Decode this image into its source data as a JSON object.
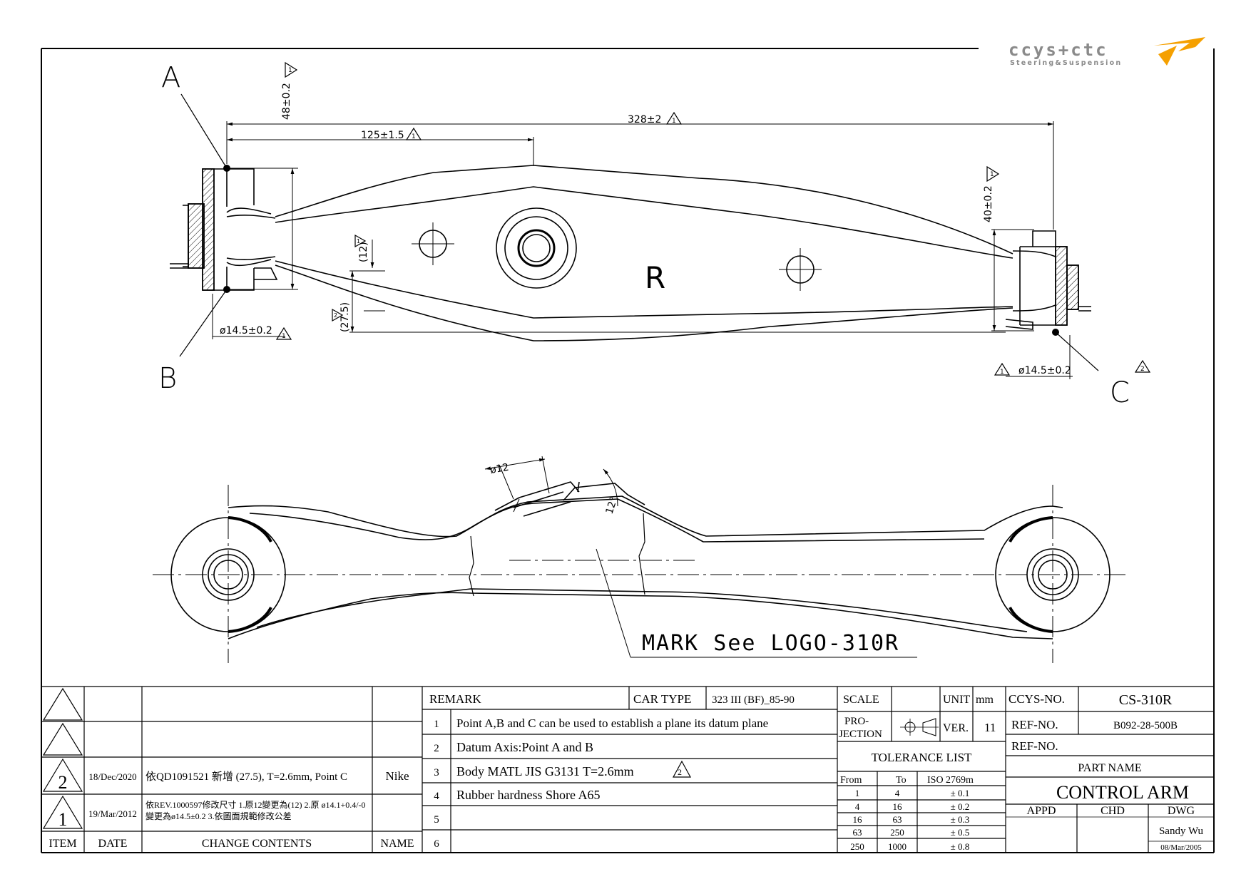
{
  "logo": {
    "brand": "ccys+ctc",
    "tagline": "Steering&Suspension"
  },
  "labels": {
    "point_a": "A",
    "point_b": "B",
    "point_c": "C",
    "side_mark": "R"
  },
  "dims": {
    "d_328": "328±2",
    "d_125": "125±1.5",
    "d_48": "48±0.2",
    "d_40": "40±0.2",
    "d_12": "(12)",
    "d_27_5": "(27.5)",
    "d_dia_left": "ø14.5±0.2",
    "d_dia_right": "ø14.5±0.2",
    "d_dia12": "ø12",
    "d_angle": "12°"
  },
  "revision_marks": {
    "rev1": "1",
    "rev2": "2"
  },
  "mark_note": "MARK See LOGO-310R",
  "revisions": [
    {
      "item": "",
      "date": "",
      "change": "",
      "name": ""
    },
    {
      "item": "",
      "date": "",
      "change": "",
      "name": ""
    },
    {
      "item": "2",
      "date": "18/Dec/2020",
      "change": "依QD1091521 新增 (27.5), T=2.6mm, Point C",
      "name": "Nike"
    },
    {
      "item": "1",
      "date": "19/Mar/2012",
      "change_line1": "依REV.1000597修改尺寸 1.原12變更為(12) 2.原 ø14.1+0.4/-0",
      "change_line2": "變更為ø14.5±0.2  3.依圖面規範修改公差",
      "name": ""
    }
  ],
  "rev_headers": {
    "item": "ITEM",
    "date": "DATE",
    "change": "CHANGE CONTENTS",
    "name": "NAME"
  },
  "remark": {
    "header": "REMARK",
    "car_type_label": "CAR TYPE",
    "car_type_value": "323 III (BF)_85-90",
    "rows": [
      {
        "no": "1",
        "text": "Point A,B and C can be used to establish a plane its datum plane"
      },
      {
        "no": "2",
        "text": "Datum Axis:Point A and B"
      },
      {
        "no": "3",
        "text": "Body MATL JIS G3131 T=2.6mm"
      },
      {
        "no": "4",
        "text": "Rubber hardness Shore A65"
      },
      {
        "no": "5",
        "text": ""
      },
      {
        "no": "6",
        "text": ""
      }
    ]
  },
  "scale": {
    "label": "SCALE",
    "value": "",
    "unit_label": "UNIT",
    "unit_value": "mm"
  },
  "projection": {
    "label_line1": "PRO-",
    "label_line2": "JECTION",
    "ver_label": "VER.",
    "ver_value": "11"
  },
  "tolerance": {
    "title": "TOLERANCE LIST",
    "headers": [
      "From",
      "To",
      "ISO 2769m"
    ],
    "rows": [
      [
        "1",
        "4",
        "± 0.1"
      ],
      [
        "4",
        "16",
        "± 0.2"
      ],
      [
        "16",
        "63",
        "± 0.3"
      ],
      [
        "63",
        "250",
        "± 0.5"
      ],
      [
        "250",
        "1000",
        "± 0.8"
      ]
    ]
  },
  "titleblock": {
    "ccys_no_label": "CCYS-NO.",
    "ccys_no_value": "CS-310R",
    "ref_no_label": "REF-NO.",
    "ref_no_value": "B092-28-500B",
    "ref_no2_label": "REF-NO.",
    "ref_no2_value": "",
    "part_name_label": "PART NAME",
    "part_name_value": "CONTROL ARM",
    "appd_label": "APPD",
    "chd_label": "CHD",
    "dwg_label": "DWG",
    "drawer": "Sandy Wu",
    "drawn_date": "08/Mar/2005"
  },
  "colors": {
    "line": "#000000",
    "logo_gray": "#8a8a8a",
    "logo_orange": "#f5a000"
  }
}
